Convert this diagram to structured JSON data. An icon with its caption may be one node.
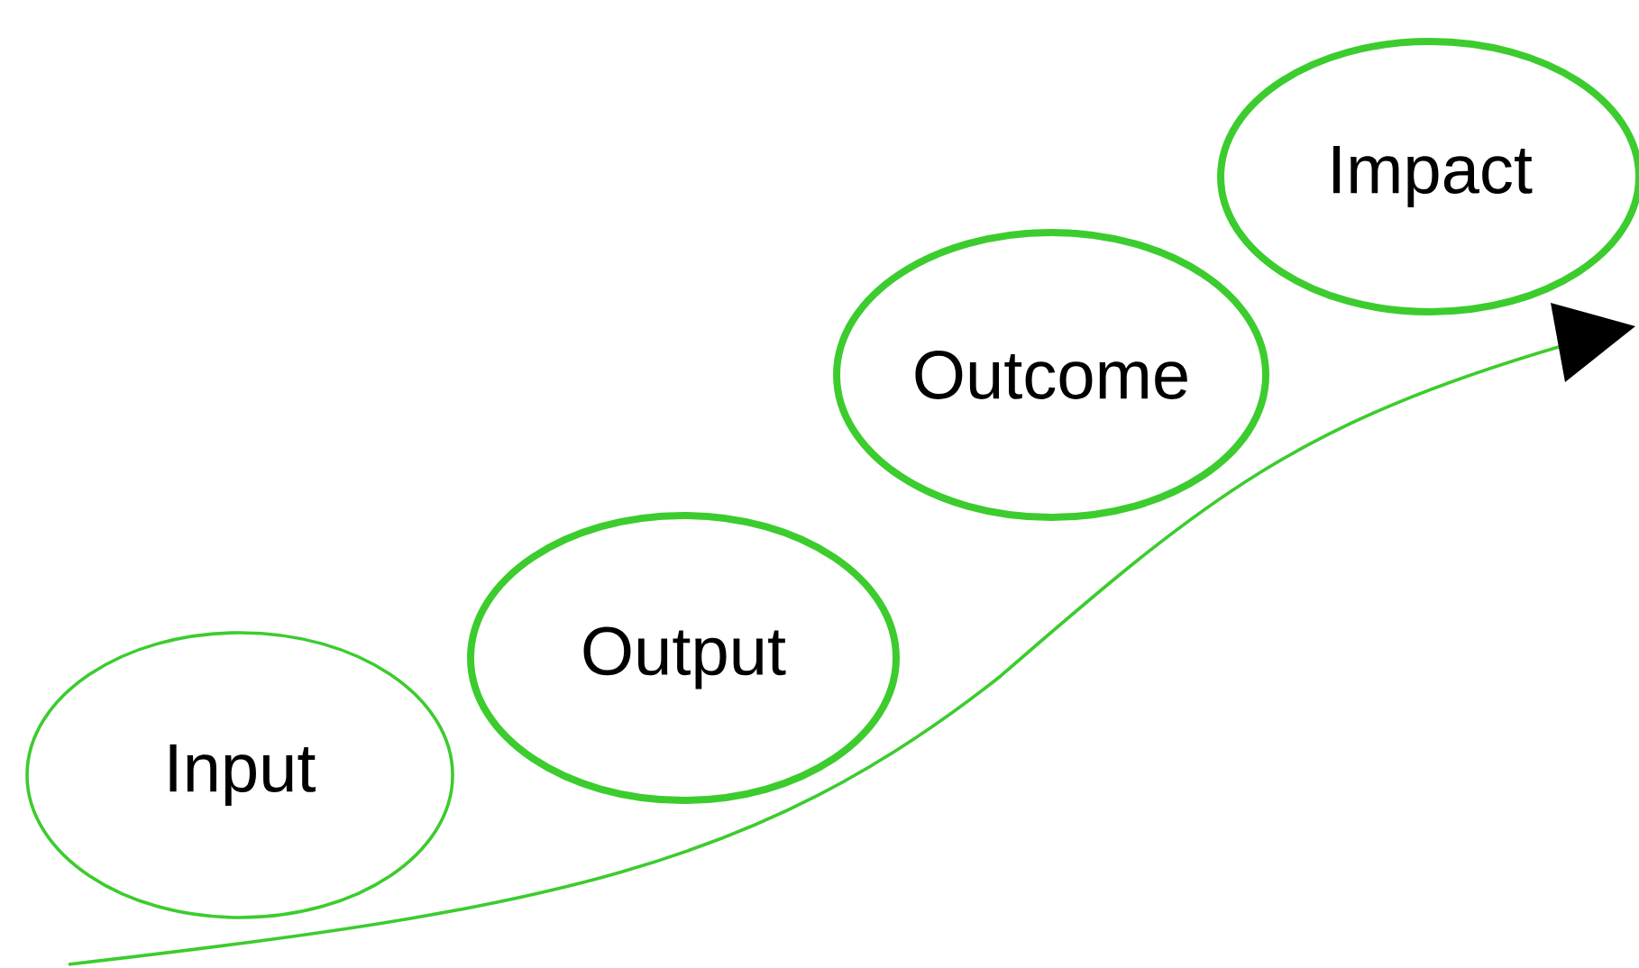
{
  "diagram": {
    "nodes": [
      {
        "text": [
          "Input"
        ]
      },
      {
        "text": [
          "Output"
        ]
      },
      {
        "text": [
          "Outcome"
        ]
      },
      {
        "text": [
          "Impact"
        ]
      }
    ]
  }
}
